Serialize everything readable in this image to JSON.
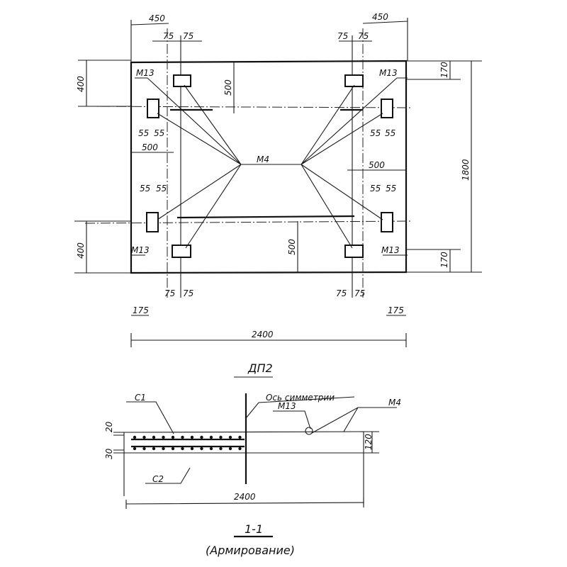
{
  "plan": {
    "title": "ДП2",
    "dims": {
      "top_left_450": "450",
      "top_right_450": "450",
      "d75": "75",
      "left_400": "400",
      "right_1800": "1800",
      "right_170": "170",
      "d55": "55",
      "d500": "500",
      "d175": "175",
      "overall_2400": "2400"
    },
    "labels": {
      "m13": "М13",
      "m4": "М4"
    }
  },
  "section": {
    "title": "1-1",
    "subtitle": "(Армирование)",
    "labels": {
      "c1": "С1",
      "c2": "С2",
      "axis": "Ось симметрии",
      "m13": "М13",
      "m4": "М4"
    },
    "dims": {
      "d20": "20",
      "d30": "30",
      "d120": "120",
      "overall_2400": "2400"
    }
  }
}
